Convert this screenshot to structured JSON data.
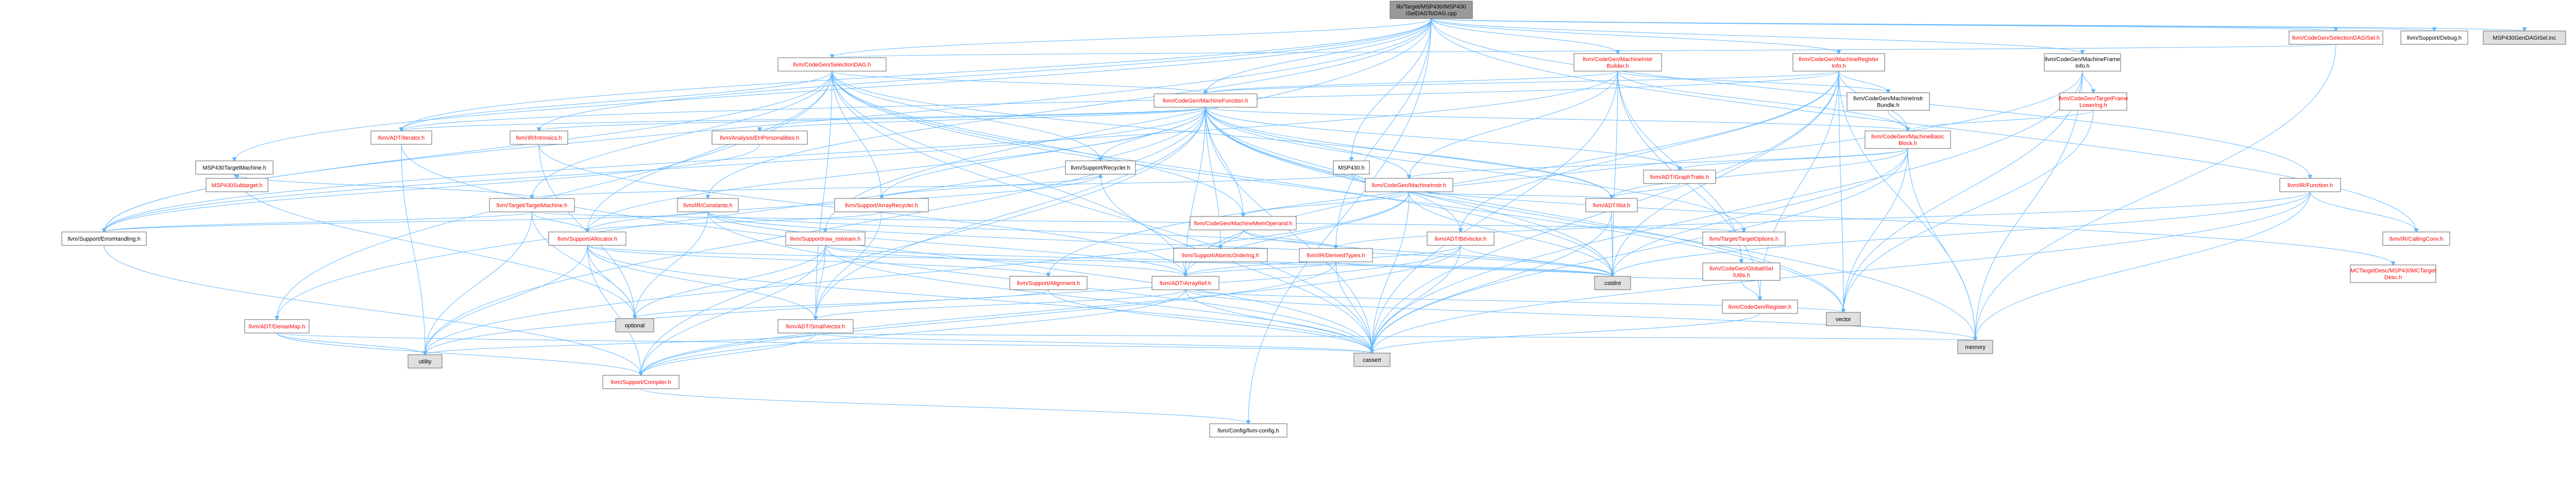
{
  "colors": {
    "root_fill": "#999999",
    "node_fill": "#ffffff",
    "node_text_link": "#ff0000",
    "node_text_plain": "#000000",
    "system_fill": "#e0e0e0",
    "edge": "#63b8ff"
  },
  "nodes": [
    {
      "id": "root",
      "lines": [
        "lib/Target/MSP430/MSP430",
        "ISelDAGToDAG.cpp"
      ],
      "kind": "root"
    },
    {
      "id": "seldagisel",
      "lines": [
        "llvm/CodeGen/SelectionDAGISel.h"
      ],
      "kind": "link"
    },
    {
      "id": "debug",
      "lines": [
        "llvm/Support/Debug.h"
      ],
      "kind": "plain"
    },
    {
      "id": "msp430gen",
      "lines": [
        "MSP430GenDAGISel.inc"
      ],
      "kind": "system"
    },
    {
      "id": "seldag",
      "lines": [
        "llvm/CodeGen/SelectionDAG.h"
      ],
      "kind": "link"
    },
    {
      "id": "mib",
      "lines": [
        "llvm/CodeGen/MachineInstr",
        "Builder.h"
      ],
      "kind": "link"
    },
    {
      "id": "mri",
      "lines": [
        "llvm/CodeGen/MachineRegister",
        "Info.h"
      ],
      "kind": "link"
    },
    {
      "id": "mfi",
      "lines": [
        "llvm/CodeGen/MachineFrame",
        "Info.h"
      ],
      "kind": "plain"
    },
    {
      "id": "mf",
      "lines": [
        "llvm/CodeGen/MachineFunction.h"
      ],
      "kind": "link"
    },
    {
      "id": "mibundle",
      "lines": [
        "llvm/CodeGen/MachineInstr",
        "Bundle.h"
      ],
      "kind": "plain"
    },
    {
      "id": "tfl",
      "lines": [
        "llvm/CodeGen/TargetFrame",
        "Lowering.h"
      ],
      "kind": "link"
    },
    {
      "id": "mbb",
      "lines": [
        "llvm/CodeGen/MachineBasic",
        "Block.h"
      ],
      "kind": "link"
    },
    {
      "id": "function",
      "lines": [
        "llvm/IR/Function.h"
      ],
      "kind": "link"
    },
    {
      "id": "adtiterator",
      "lines": [
        "llvm/ADT/iterator.h"
      ],
      "kind": "link"
    },
    {
      "id": "intrinsics",
      "lines": [
        "llvm/IR/Intrinsics.h"
      ],
      "kind": "link"
    },
    {
      "id": "ehpers",
      "lines": [
        "llvm/Analysis/EHPersonalities.h"
      ],
      "kind": "link"
    },
    {
      "id": "msp430tm",
      "lines": [
        "MSP430TargetMachine.h"
      ],
      "kind": "plain"
    },
    {
      "id": "msp430sub",
      "lines": [
        "MSP430Subtarget.h"
      ],
      "kind": "link"
    },
    {
      "id": "recycler",
      "lines": [
        "llvm/Support/Recycler.h"
      ],
      "kind": "plain"
    },
    {
      "id": "msp430h",
      "lines": [
        "MSP430.h"
      ],
      "kind": "plain"
    },
    {
      "id": "machineinstr",
      "lines": [
        "llvm/CodeGen/MachineInstr.h"
      ],
      "kind": "link"
    },
    {
      "id": "graphtraits",
      "lines": [
        "llvm/ADT/GraphTraits.h"
      ],
      "kind": "link"
    },
    {
      "id": "adtilist",
      "lines": [
        "llvm/ADT/ilist.h"
      ],
      "kind": "link"
    },
    {
      "id": "callingconv",
      "lines": [
        "llvm/IR/CallingConv.h"
      ],
      "kind": "link"
    },
    {
      "id": "targetmachine",
      "lines": [
        "llvm/Target/TargetMachine.h"
      ],
      "kind": "link"
    },
    {
      "id": "irconstants",
      "lines": [
        "llvm/IR/Constants.h"
      ],
      "kind": "link"
    },
    {
      "id": "arrayrecycler",
      "lines": [
        "llvm/Support/ArrayRecycler.h"
      ],
      "kind": "link"
    },
    {
      "id": "mmo",
      "lines": [
        "llvm/CodeGen/MachineMemOperand.h"
      ],
      "kind": "link"
    },
    {
      "id": "targetoptions",
      "lines": [
        "llvm/Target/TargetOptions.h"
      ],
      "kind": "link"
    },
    {
      "id": "errorhandling",
      "lines": [
        "llvm/Support/ErrorHandling.h"
      ],
      "kind": "plain"
    },
    {
      "id": "allocator",
      "lines": [
        "llvm/Support/Allocator.h"
      ],
      "kind": "link"
    },
    {
      "id": "rawostream",
      "lines": [
        "llvm/Support/raw_ostream.h"
      ],
      "kind": "link"
    },
    {
      "id": "atomicordering",
      "lines": [
        "llvm/Support/AtomicOrdering.h"
      ],
      "kind": "link"
    },
    {
      "id": "derivedtypes",
      "lines": [
        "llvm/IR/DerivedTypes.h"
      ],
      "kind": "link"
    },
    {
      "id": "bitvector",
      "lines": [
        "llvm/ADT/BitVector.h"
      ],
      "kind": "link"
    },
    {
      "id": "globalisel",
      "lines": [
        "llvm/CodeGen/GlobalISel",
        "/Utils.h"
      ],
      "kind": "link"
    },
    {
      "id": "mcdesc",
      "lines": [
        "MCTargetDesc/MSP430MCTarget",
        "Desc.h"
      ],
      "kind": "link"
    },
    {
      "id": "cstdint",
      "lines": [
        "cstdint"
      ],
      "kind": "system"
    },
    {
      "id": "alignment",
      "lines": [
        "llvm/Support/Alignment.h"
      ],
      "kind": "link"
    },
    {
      "id": "arrayref",
      "lines": [
        "llvm/ADT/ArrayRef.h"
      ],
      "kind": "link"
    },
    {
      "id": "codegenregister",
      "lines": [
        "llvm/CodeGen/Register.h"
      ],
      "kind": "link"
    },
    {
      "id": "vector",
      "lines": [
        "vector"
      ],
      "kind": "system"
    },
    {
      "id": "densemap",
      "lines": [
        "llvm/ADT/DenseMap.h"
      ],
      "kind": "link"
    },
    {
      "id": "optional",
      "lines": [
        "optional"
      ],
      "kind": "system"
    },
    {
      "id": "smallvector",
      "lines": [
        "llvm/ADT/SmallVector.h"
      ],
      "kind": "link"
    },
    {
      "id": "memory",
      "lines": [
        "memory"
      ],
      "kind": "system"
    },
    {
      "id": "utility",
      "lines": [
        "utility"
      ],
      "kind": "system"
    },
    {
      "id": "compiler",
      "lines": [
        "llvm/Support/Compiler.h"
      ],
      "kind": "link"
    },
    {
      "id": "cassert",
      "lines": [
        "cassert"
      ],
      "kind": "system"
    },
    {
      "id": "config",
      "lines": [
        "llvm/Config/llvm-config.h"
      ],
      "kind": "plain"
    }
  ],
  "edges": [
    [
      "root",
      "seldagisel"
    ],
    [
      "root",
      "debug"
    ],
    [
      "root",
      "msp430gen"
    ],
    [
      "root",
      "seldag"
    ],
    [
      "root",
      "mib"
    ],
    [
      "root",
      "mri"
    ],
    [
      "root",
      "mfi"
    ],
    [
      "root",
      "mf"
    ],
    [
      "root",
      "function"
    ],
    [
      "root",
      "intrinsics"
    ],
    [
      "root",
      "msp430tm"
    ],
    [
      "root",
      "msp430h"
    ],
    [
      "root",
      "irconstants"
    ],
    [
      "root",
      "derivedtypes"
    ],
    [
      "root",
      "callingconv"
    ],
    [
      "root",
      "errorhandling"
    ],
    [
      "root",
      "rawostream"
    ],
    [
      "root",
      "config"
    ],
    [
      "root",
      "adtiterator"
    ],
    [
      "seldagisel",
      "seldag"
    ],
    [
      "seldagisel",
      "memory"
    ],
    [
      "seldag",
      "mf"
    ],
    [
      "seldag",
      "arrayrecycler"
    ],
    [
      "seldag",
      "recycler"
    ],
    [
      "seldag",
      "allocator"
    ],
    [
      "seldag",
      "arrayref"
    ],
    [
      "seldag",
      "densemap"
    ],
    [
      "seldag",
      "smallvector"
    ],
    [
      "seldag",
      "adtilist"
    ],
    [
      "seldag",
      "mmo"
    ],
    [
      "seldag",
      "cassert"
    ],
    [
      "seldag",
      "cstdint"
    ],
    [
      "seldag",
      "vector"
    ],
    [
      "seldag",
      "errorhandling"
    ],
    [
      "seldag",
      "targetmachine"
    ],
    [
      "seldag",
      "adtiterator"
    ],
    [
      "mib",
      "mf"
    ],
    [
      "mib",
      "machineinstr"
    ],
    [
      "mib",
      "mibundle"
    ],
    [
      "mib",
      "globalisel"
    ],
    [
      "mib",
      "mbb"
    ],
    [
      "mib",
      "cstdint"
    ],
    [
      "mib",
      "cassert"
    ],
    [
      "mib",
      "errorhandling"
    ],
    [
      "mib",
      "codegenregister"
    ],
    [
      "mri",
      "mf"
    ],
    [
      "mri",
      "mbb"
    ],
    [
      "mri",
      "mibundle"
    ],
    [
      "mri",
      "bitvector"
    ],
    [
      "mri",
      "adtiterator"
    ],
    [
      "mri",
      "arrayref"
    ],
    [
      "mri",
      "codegenregister"
    ],
    [
      "mri",
      "memory"
    ],
    [
      "mri",
      "vector"
    ],
    [
      "mri",
      "cstdint"
    ],
    [
      "mri",
      "cassert"
    ],
    [
      "mfi",
      "tfl"
    ],
    [
      "mfi",
      "memory"
    ],
    [
      "mfi",
      "vector"
    ],
    [
      "mfi",
      "alignment"
    ],
    [
      "mfi",
      "cassert"
    ],
    [
      "tfl",
      "mbb"
    ],
    [
      "tfl",
      "vector"
    ],
    [
      "mf",
      "mbb"
    ],
    [
      "mf",
      "machineinstr"
    ],
    [
      "mf",
      "mmo"
    ],
    [
      "mf",
      "graphtraits"
    ],
    [
      "mf",
      "adtilist"
    ],
    [
      "mf",
      "arrayrecycler"
    ],
    [
      "mf",
      "recycler"
    ],
    [
      "mf",
      "allocator"
    ],
    [
      "mf",
      "ehpers"
    ],
    [
      "mf",
      "bitvector"
    ],
    [
      "mf",
      "densemap"
    ],
    [
      "mf",
      "smallvector"
    ],
    [
      "mf",
      "arrayref"
    ],
    [
      "mf",
      "atomicordering"
    ],
    [
      "mf",
      "targetoptions"
    ],
    [
      "mf",
      "compiler"
    ],
    [
      "mf",
      "cassert"
    ],
    [
      "mf",
      "cstdint"
    ],
    [
      "mf",
      "memory"
    ],
    [
      "mf",
      "utility"
    ],
    [
      "mf",
      "vector"
    ],
    [
      "mf",
      "errorhandling"
    ],
    [
      "mf",
      "intrinsics"
    ],
    [
      "mf",
      "adtiterator"
    ],
    [
      "mibundle",
      "mbb"
    ],
    [
      "mbb",
      "graphtraits"
    ],
    [
      "mbb",
      "adtilist"
    ],
    [
      "mbb",
      "machineinstr"
    ],
    [
      "mbb",
      "cassert"
    ],
    [
      "mbb",
      "cstdint"
    ],
    [
      "mbb",
      "vector"
    ],
    [
      "mbb",
      "memory"
    ],
    [
      "function",
      "callingconv"
    ],
    [
      "function",
      "derivedtypes"
    ],
    [
      "function",
      "cassert"
    ],
    [
      "function",
      "cstdint"
    ],
    [
      "function",
      "memory"
    ],
    [
      "adtiterator",
      "utility"
    ],
    [
      "adtiterator",
      "cassert"
    ],
    [
      "intrinsics",
      "arrayref"
    ],
    [
      "intrinsics",
      "optional"
    ],
    [
      "ehpers",
      "errorhandling"
    ],
    [
      "msp430tm",
      "msp430sub"
    ],
    [
      "msp430tm",
      "targetmachine"
    ],
    [
      "msp430tm",
      "optional"
    ],
    [
      "msp430h",
      "mcdesc"
    ],
    [
      "msp430h",
      "targetmachine"
    ],
    [
      "recycler",
      "allocator"
    ],
    [
      "recycler",
      "cassert"
    ],
    [
      "machineinstr",
      "mmo"
    ],
    [
      "machineinstr",
      "adtilist"
    ],
    [
      "machineinstr",
      "arrayref"
    ],
    [
      "machineinstr",
      "cassert"
    ],
    [
      "machineinstr",
      "cstdint"
    ],
    [
      "machineinstr",
      "utility"
    ],
    [
      "graphtraits",
      "adtilist"
    ],
    [
      "adtilist",
      "cassert"
    ],
    [
      "adtilist",
      "cstdint"
    ],
    [
      "targetmachine",
      "allocator"
    ],
    [
      "targetmachine",
      "targetoptions"
    ],
    [
      "targetmachine",
      "optional"
    ],
    [
      "targetmachine",
      "utility"
    ],
    [
      "targetmachine",
      "errorhandling"
    ],
    [
      "irconstants",
      "arrayref"
    ],
    [
      "irconstants",
      "derivedtypes"
    ],
    [
      "irconstants",
      "errorhandling"
    ],
    [
      "irconstants",
      "cassert"
    ],
    [
      "irconstants",
      "cstdint"
    ],
    [
      "irconstants",
      "optional"
    ],
    [
      "arrayrecycler",
      "allocator"
    ],
    [
      "arrayrecycler",
      "recycler"
    ],
    [
      "arrayrecycler",
      "smallvector"
    ],
    [
      "mmo",
      "atomicordering"
    ],
    [
      "mmo",
      "derivedtypes"
    ],
    [
      "mmo",
      "cstdint"
    ],
    [
      "allocator",
      "alignment"
    ],
    [
      "allocator",
      "compiler"
    ],
    [
      "allocator",
      "smallvector"
    ],
    [
      "allocator",
      "cassert"
    ],
    [
      "allocator",
      "cstdint"
    ],
    [
      "allocator",
      "utility"
    ],
    [
      "allocator",
      "optional"
    ],
    [
      "rawostream",
      "arrayref"
    ],
    [
      "rawostream",
      "compiler"
    ],
    [
      "rawostream",
      "cassert"
    ],
    [
      "rawostream",
      "cstdint"
    ],
    [
      "rawostream",
      "optional"
    ],
    [
      "rawostream",
      "smallvector"
    ],
    [
      "derivedtypes",
      "arrayref"
    ],
    [
      "derivedtypes",
      "compiler"
    ],
    [
      "derivedtypes",
      "cassert"
    ],
    [
      "derivedtypes",
      "cstdint"
    ],
    [
      "bitvector",
      "arrayref"
    ],
    [
      "bitvector",
      "compiler"
    ],
    [
      "bitvector",
      "cassert"
    ],
    [
      "bitvector",
      "cstdint"
    ],
    [
      "bitvector",
      "utility"
    ],
    [
      "globalisel",
      "codegenregister"
    ],
    [
      "globalisel",
      "cstdint"
    ],
    [
      "alignment",
      "cassert"
    ],
    [
      "alignment",
      "optional"
    ],
    [
      "arrayref",
      "smallvector"
    ],
    [
      "arrayref",
      "compiler"
    ],
    [
      "arrayref",
      "cassert"
    ],
    [
      "arrayref",
      "memory"
    ],
    [
      "arrayref",
      "vector"
    ],
    [
      "codegenregister",
      "cassert"
    ],
    [
      "densemap",
      "compiler"
    ],
    [
      "densemap",
      "utility"
    ],
    [
      "densemap",
      "cassert"
    ],
    [
      "smallvector",
      "compiler"
    ],
    [
      "smallvector",
      "cassert"
    ],
    [
      "smallvector",
      "memory"
    ],
    [
      "smallvector",
      "utility"
    ],
    [
      "compiler",
      "config"
    ],
    [
      "errorhandling",
      "compiler"
    ]
  ]
}
